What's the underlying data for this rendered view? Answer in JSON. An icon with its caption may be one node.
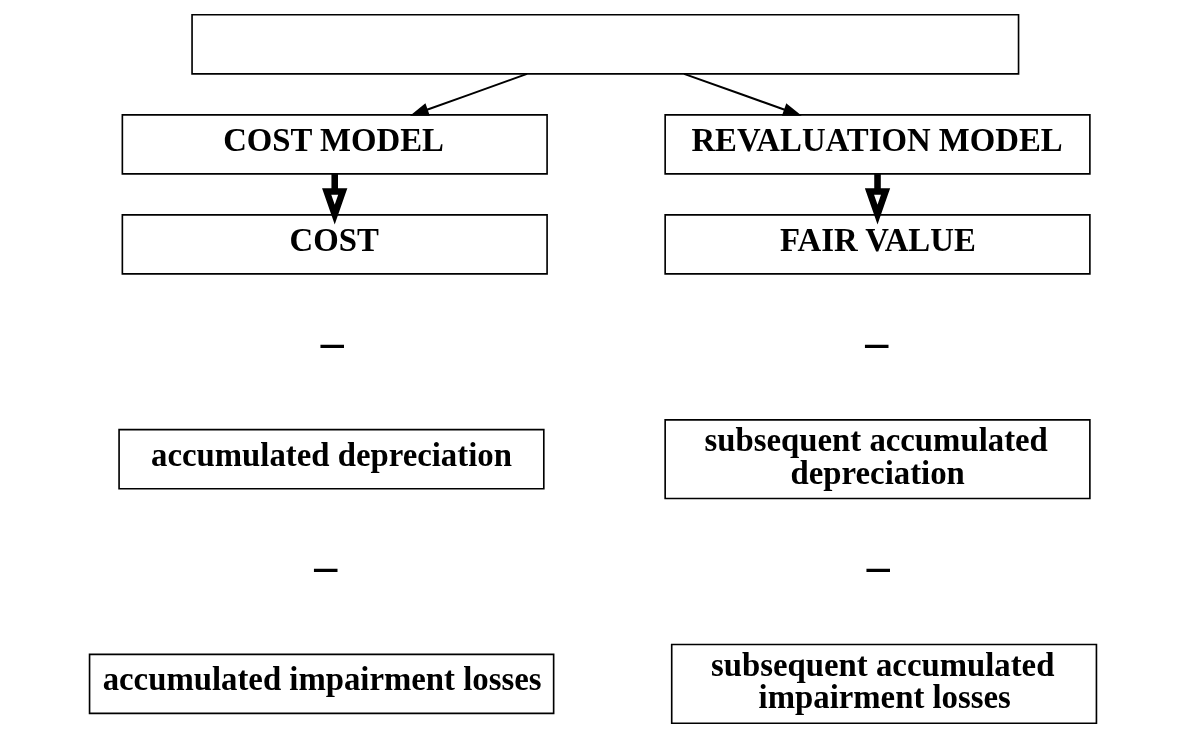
{
  "diagram": {
    "nodes": [
      {
        "text": [],
        "shape": "box"
      },
      {
        "text": [
          "COST MODEL"
        ]
      },
      {
        "text": [
          "REVALUATION MODEL"
        ]
      },
      {
        "text": [
          "COST"
        ]
      },
      {
        "text": [
          "FAIR VALUE"
        ]
      },
      {
        "text": [
          "accumulated depreciation"
        ]
      },
      {
        "text": [
          "subsequent accumulated depreciation"
        ]
      },
      {
        "text": [
          "accumulated impairment losses"
        ]
      },
      {
        "text": [
          "subsequent accumulated impairment losses"
        ]
      }
    ],
    "edges": [
      {
        "from": 0,
        "to": 1,
        "arrow": "to"
      },
      {
        "from": 0,
        "to": 2,
        "arrow": "to"
      },
      {
        "from": 1,
        "to": 3,
        "arrow": "to",
        "style": "thick"
      },
      {
        "from": 2,
        "to": 4,
        "arrow": "to",
        "style": "thick"
      }
    ],
    "labels": [
      "–",
      "–",
      "–",
      "–"
    ]
  }
}
